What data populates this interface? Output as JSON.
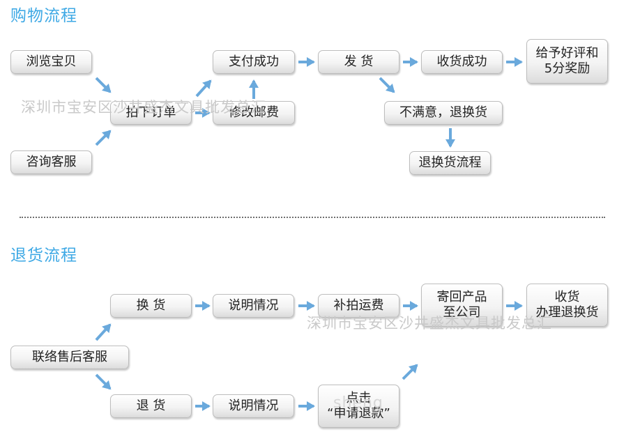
{
  "purchase_title": "购物流程",
  "return_title": "退货流程",
  "watermark": "深圳市宝安区沙井盛杰文具批发总汇",
  "watermark_fragment": "sheng",
  "purchase_nodes": {
    "browse": "浏览宝贝",
    "consult": "咨询客服",
    "order": "拍下订单",
    "pay_success": "支付成功",
    "change_postage": "修改邮费",
    "ship": "发 货",
    "received": "收货成功",
    "review": "给予好评和\n5分奖励",
    "unsatisfied": "不满意，退换货",
    "return_process": "退换货流程"
  },
  "return_nodes": {
    "contact": "联络售后客服",
    "exchange": "换 货",
    "refund": "退 货",
    "explain_exchange": "说明情况",
    "explain_refund": "说明情况",
    "extra_shipping": "补拍运费",
    "apply_refund": "点击\n“申请退款”",
    "send_back": "寄回产品\n至公司",
    "receive_process": "收货\n办理退换货"
  },
  "colors": {
    "title": "#3fa9e5",
    "arrow": "#6aa9dc",
    "watermark": "#c9c9c9"
  }
}
